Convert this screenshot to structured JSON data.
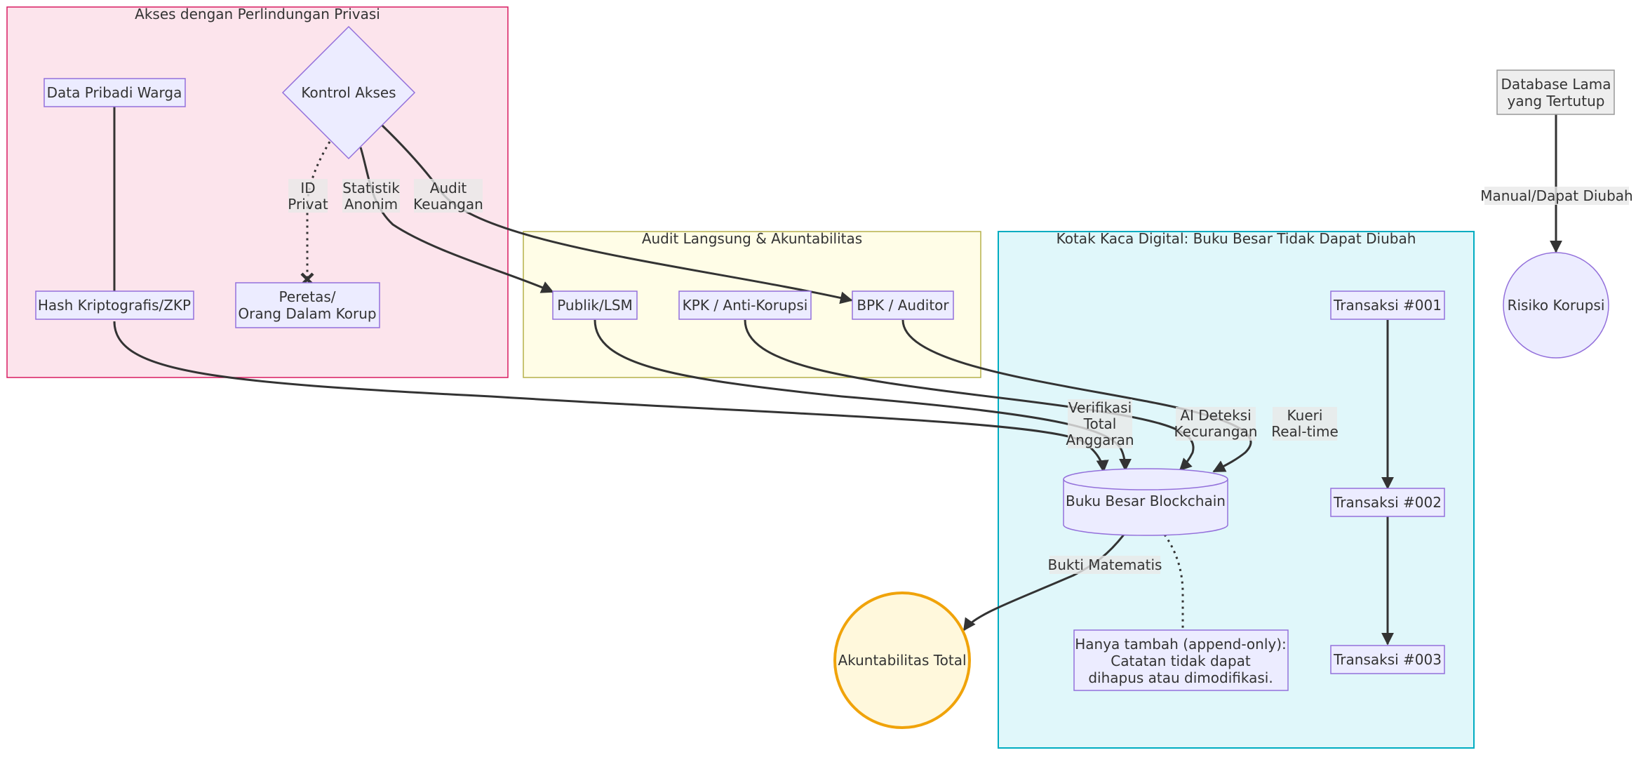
{
  "clusters": {
    "privacy": "Akses dengan Perlindungan Privasi",
    "audit": "Audit Langsung & Akuntabilitas",
    "glassbox": "Kotak Kaca Digital: Buku Besar Tidak Dapat Diubah"
  },
  "nodes": {
    "data_pribadi": "Data Pribadi Warga",
    "kontrol_akses": "Kontrol Akses",
    "hash": "Hash Kriptografis/ZKP",
    "peretas_1": "Peretas/",
    "peretas_2": "Orang Dalam Korup",
    "publik": "Publik/LSM",
    "kpk": "KPK / Anti-Korupsi",
    "bpk": "BPK / Auditor",
    "tx1": "Transaksi #001",
    "tx2": "Transaksi #002",
    "tx3": "Transaksi #003",
    "ledger": "Buku Besar Blockchain",
    "note_1": "Hanya tambah (append-only):",
    "note_2": "Catatan tidak dapat",
    "note_3": "dihapus atau dimodifikasi.",
    "akuntabilitas": "Akuntabilitas Total",
    "legacy_1": "Database Lama",
    "legacy_2": "yang Tertutup",
    "risiko": "Risiko Korupsi"
  },
  "edge_labels": {
    "id_1": "ID",
    "id_2": "Privat",
    "stat_1": "Statistik",
    "stat_2": "Anonim",
    "audit_1": "Audit",
    "audit_2": "Keuangan",
    "verif_1": "Verifikasi",
    "verif_2": "Total",
    "verif_3": "Anggaran",
    "ai_1": "AI Deteksi",
    "ai_2": "Kecurangan",
    "kueri_1": "Kueri",
    "kueri_2": "Real-time",
    "bukti": "Bukti Matematis",
    "manual": "Manual/Dapat Diubah"
  },
  "colors": {
    "privacy_fill": "#fce4ec",
    "privacy_stroke": "#d81b60",
    "audit_fill": "#fffde7",
    "audit_stroke": "#b5b14a",
    "glassbox_fill": "#e0f7fa",
    "glassbox_stroke": "#00acc1",
    "node_fill": "#ececff",
    "node_stroke": "#9370db",
    "legacy_fill": "#eeeeee",
    "legacy_stroke": "#999999",
    "akuntabilitas_fill": "#fff8dc",
    "akuntabilitas_stroke": "#f0a30a"
  }
}
